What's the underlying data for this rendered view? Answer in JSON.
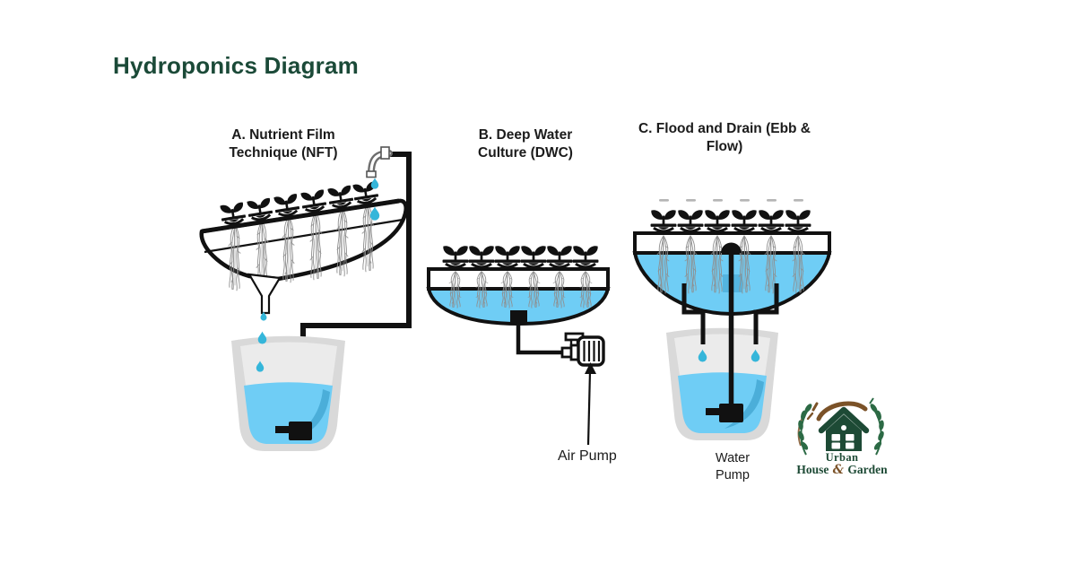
{
  "title": "Hydroponics Diagram",
  "sections": {
    "nft": {
      "label": "A. Nutrient Film Technique (NFT)"
    },
    "dwc": {
      "label": "B. Deep Water Culture (DWC)"
    },
    "ebb": {
      "label": "C. Flood and Drain (Ebb & Flow)"
    }
  },
  "annotations": {
    "air_pump": "Air Pump",
    "water_pump": "Water Pump"
  },
  "logo": {
    "line1": "Urban",
    "line2_left": "House",
    "amp": "&",
    "line2_right": "Garden"
  },
  "icons": {
    "seedling": "sprout-in-net-pot",
    "roots": "hanging-root-strands",
    "water_drop": "teardrop",
    "faucet": "inlet-pipe-elbow",
    "air_pump": "ribbed-motor-pump",
    "water_pump": "submersible-pump-block",
    "bell_siphon": "dome-on-standpipe",
    "logo_house": "green-house-with-leaf-branches"
  },
  "colors": {
    "title_green": "#1b4a38",
    "line": "#111111",
    "water": "#6fcdf5",
    "water_dark": "#45a8d4",
    "drop": "#35b6da",
    "bucket": "#d9d9d9",
    "bucket_light": "#ebebeb",
    "roots": "#8f8f8f",
    "logo_green": "#1d4a35",
    "logo_brown": "#7b5228"
  }
}
